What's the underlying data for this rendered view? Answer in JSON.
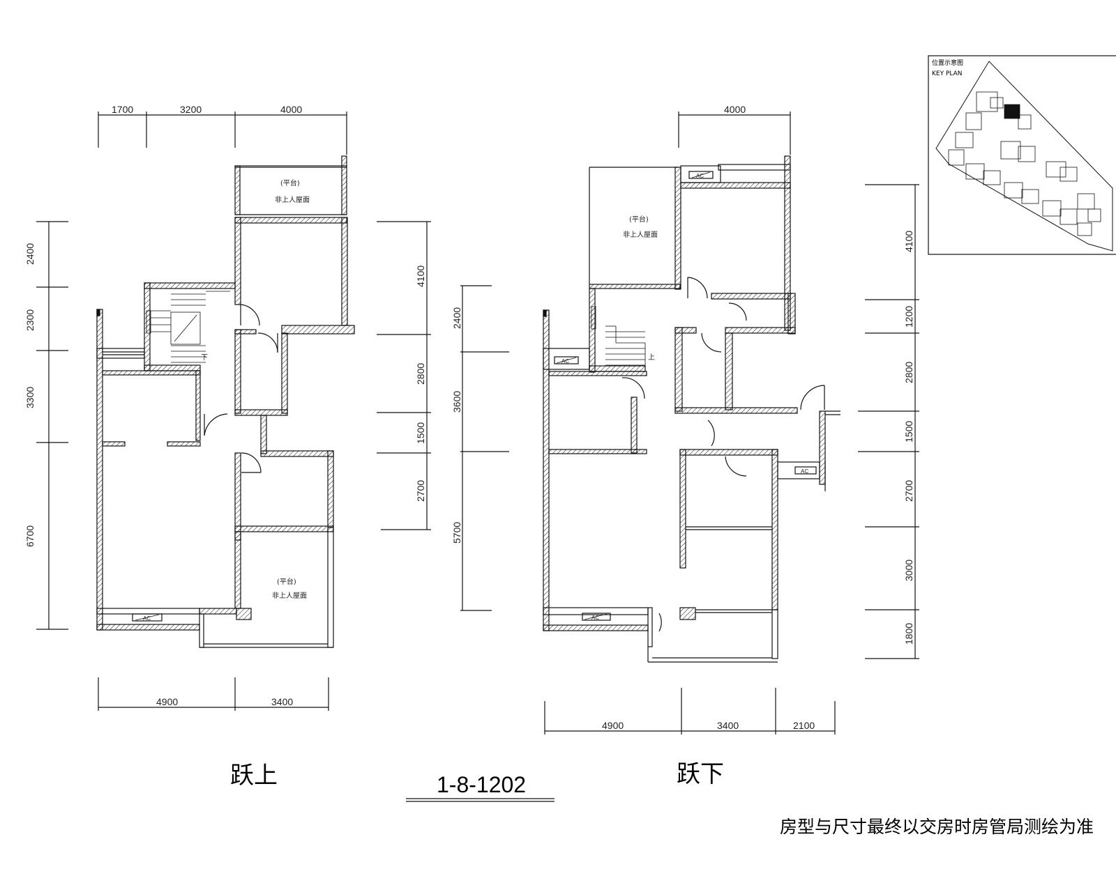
{
  "upper_floor": {
    "title": "跃上",
    "top_dims": [
      "1700",
      "3200",
      "4000"
    ],
    "bottom_dims": [
      "4900",
      "3400"
    ],
    "left_dims": [
      "2400",
      "2300",
      "3300",
      "6700"
    ],
    "right_dims": [
      "4100",
      "2800",
      "1500",
      "2700"
    ],
    "stair_label": "下",
    "terrace_label_1": "(平台)",
    "terrace_label_2": "非上人屋面",
    "ac_label": "AC"
  },
  "lower_floor": {
    "title": "跃下",
    "top_dims": [
      "4000"
    ],
    "bottom_dims": [
      "4900",
      "3400",
      "2100"
    ],
    "left_dims": [
      "2400",
      "3600",
      "5700"
    ],
    "right_dims": [
      "4100",
      "1200",
      "2800",
      "1500",
      "2700",
      "3000",
      "1800"
    ],
    "stair_label": "上",
    "terrace_label_1": "(平台)",
    "terrace_label_2": "非上人屋面",
    "ac_label": "AC"
  },
  "unit_code": "1-8-1202",
  "key_plan": {
    "title_cn": "位置示意图",
    "title_en": "KEY PLAN"
  },
  "footnote": "房型与尺寸最终以交房时房管局测绘为准"
}
